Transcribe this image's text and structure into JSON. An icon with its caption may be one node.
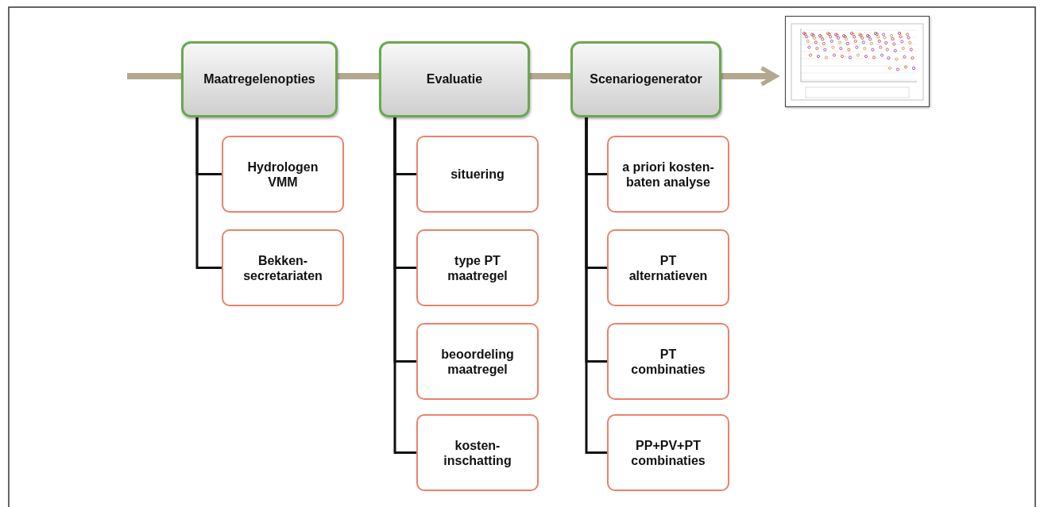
{
  "diagram": {
    "nodes": [
      {
        "text": [
          "Maatregelenopties"
        ]
      },
      {
        "text": [
          "Evaluatie"
        ]
      },
      {
        "text": [
          "Scenariogenerator"
        ]
      },
      {
        "text": [],
        "shape": "picture"
      },
      {
        "text": [
          "Hydrologen VMM"
        ]
      },
      {
        "text": [
          "Bekken- secretariaten"
        ]
      },
      {
        "text": [
          "situering"
        ]
      },
      {
        "text": [
          "type PT maatregel"
        ]
      },
      {
        "text": [
          "beoordeling maatregel"
        ]
      },
      {
        "text": [
          "kosten- inschatting"
        ]
      },
      {
        "text": [
          "a priori kosten-baten analyse"
        ]
      },
      {
        "text": [
          "PT alternatieven"
        ]
      },
      {
        "text": [
          "PT combinaties"
        ]
      },
      {
        "text": [
          "PP+PV+PT combinaties"
        ]
      }
    ],
    "edges": [
      {
        "from": null,
        "to": 0,
        "arrow": "none",
        "style": "thick",
        "color": "#b3a88f"
      },
      {
        "from": 0,
        "to": 1,
        "arrow": "none",
        "style": "thick",
        "color": "#b3a88f"
      },
      {
        "from": 1,
        "to": 2,
        "arrow": "none",
        "style": "thick",
        "color": "#b3a88f"
      },
      {
        "from": 2,
        "to": 3,
        "arrow": "to",
        "style": "thick",
        "color": "#b3a88f"
      },
      {
        "from": 0,
        "to": 4,
        "arrow": "none"
      },
      {
        "from": 0,
        "to": 5,
        "arrow": "none"
      },
      {
        "from": 1,
        "to": 6,
        "arrow": "none"
      },
      {
        "from": 1,
        "to": 7,
        "arrow": "none"
      },
      {
        "from": 1,
        "to": 8,
        "arrow": "none"
      },
      {
        "from": 1,
        "to": 9,
        "arrow": "none"
      },
      {
        "from": 2,
        "to": 10,
        "arrow": "none"
      },
      {
        "from": 2,
        "to": 11,
        "arrow": "none"
      },
      {
        "from": 2,
        "to": 12,
        "arrow": "none"
      },
      {
        "from": 2,
        "to": 13,
        "arrow": "none"
      }
    ]
  }
}
